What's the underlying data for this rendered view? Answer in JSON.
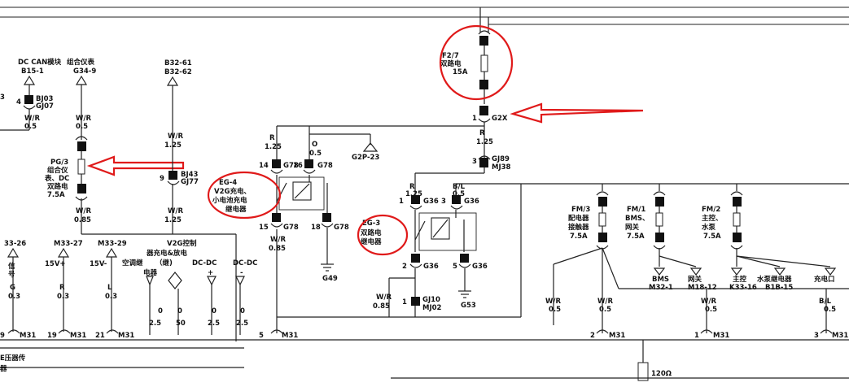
{
  "fuses": {
    "f27": {
      "id": "F2/7",
      "desc": "双路电",
      "rating": "15A"
    },
    "pg3": {
      "id": "PG/3",
      "line1": "组合仪",
      "line2": "表、DC",
      "line3": "双路电",
      "rating": "7.5A"
    },
    "fm3": {
      "id": "FM/3",
      "line1": "配电器",
      "line2": "接触器",
      "rating": "7.5A"
    },
    "fm1": {
      "id": "FM/1",
      "line1": "BMS、",
      "line2": "网关",
      "rating": "7.5A"
    },
    "fm2": {
      "id": "FM/2",
      "line1": "主控、",
      "line2": "水泵",
      "rating": "7.5A"
    }
  },
  "relays": {
    "eg4": {
      "id": "EG-4",
      "line1": "V2G充电、",
      "line2": "小电池充电",
      "line3": "继电器"
    },
    "eg3": {
      "id": "EG-3",
      "line1": "双路电",
      "line2": "继电器"
    }
  },
  "top_labels": {
    "dccan": "DC CAN模块",
    "combo": "组合仪表",
    "b15": "B15-1",
    "g349": "G34-9",
    "b3261": "B32-61",
    "b3262": "B32-62"
  },
  "connectors": {
    "bj03": "BJ03",
    "gj07": "GJ07",
    "pin4": "4",
    "bj43": "BJ43",
    "gj77": "GJ77",
    "pin9": "9",
    "g2x": "G2X",
    "pin1_g2x": "1",
    "gj89": "GJ89",
    "mj38": "MJ38",
    "pin3_gj89": "3",
    "g78_14": "14",
    "g78_16": "16",
    "g78_15": "15",
    "g78_18": "18",
    "g78": "G78",
    "g36_1": "1",
    "g36_3": "3",
    "g36_2": "2",
    "g36_5": "5",
    "g36": "G36",
    "gj10": "GJ10",
    "mj02": "MJ02",
    "pin1_gj10": "1",
    "g2p23": "G2P-23",
    "g49": "G49",
    "g53": "G53",
    "m31": "M31",
    "pin9_m31": "9",
    "pin19_m31": "19",
    "pin21_m31": "21",
    "pin5_m31": "5",
    "pin2_m31": "2",
    "pin1_m31": "1",
    "pin3_m31": "3",
    "pin3_left": "3"
  },
  "wires": {
    "wr05a": "W/R",
    "v05a": "0.5",
    "wr05b": "W/R",
    "v05b": "0.5",
    "wr125a": "W/R",
    "v125a": "1.25",
    "wr085a": "W/R",
    "v085a": "0.85",
    "wr125b": "W/R",
    "v125b": "1.25",
    "r125a": "R",
    "v125c": "1.25",
    "o05": "O",
    "v05c": "0.5",
    "r125b": "R",
    "v125d": "1.25",
    "r125c": "R",
    "v125e": "1.25",
    "bl05": "B/L",
    "v05d": "0.5",
    "wr085b": "W/R",
    "v085b": "0.85",
    "wr085c": "W/R",
    "v085c": "0.85",
    "wr05c": "W/R",
    "v05e": "0.5",
    "wr05d": "W/R",
    "v05f": "0.5",
    "wr05e": "W/R",
    "v05g": "0.5",
    "bl05b": "B/L",
    "v05h": "0.5"
  },
  "bottom_left": {
    "n3326": "33-26",
    "m3327": "M33-27",
    "m3329": "M33-29",
    "sig": "信",
    "hao": "号",
    "p15": "15V+",
    "m15": "15V-",
    "g": "G",
    "r": "R",
    "l": "L",
    "v03a": "0.3",
    "v03b": "0.3",
    "v03c": "0.3",
    "bottom_text1": "E压器传",
    "bottom_text2": "器"
  },
  "v2g": {
    "title": "V2G控制",
    "sub": "器充电&放电",
    "ac": "空调继",
    "ac2": "电器",
    "mid": "（继)",
    "dcdc1": "DC-DC",
    "dcdc2": "DC-DC",
    "plus": "+",
    "minus": "-",
    "w1": "0",
    "w1v": "2.5",
    "w2": "0",
    "w2v": "50",
    "w3": "0",
    "w3v": "2.5",
    "w4": "0",
    "w4v": "2.5"
  },
  "right_bottom": {
    "bms": "BMS",
    "m321": "M32-1",
    "wg": "网关",
    "m1812": "M18-12",
    "zk": "主控",
    "k3316": "K33-16",
    "sb": "水泵继电器",
    "b1b15": "B1B-15",
    "cd": "充电口",
    "res": "120Ω"
  }
}
